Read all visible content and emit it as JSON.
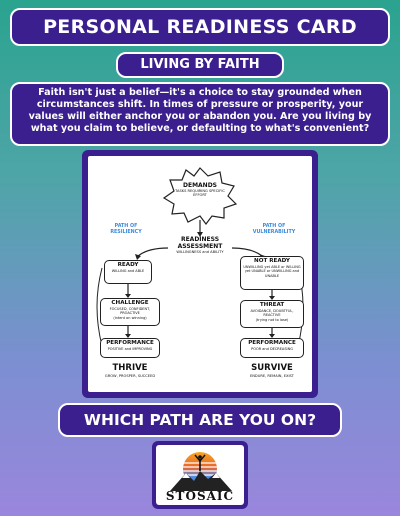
{
  "header": {
    "title": "PERSONAL READINESS CARD",
    "subtitle": "LIVING BY FAITH",
    "intro": "Faith isn't just a belief—it's a choice to stay grounded when circumstances shift. In times of pressure or prosperity, your values will either anchor you or abandon you. Are you living by what you claim to believe, or defaulting to what's convenient?"
  },
  "diagram": {
    "demands": {
      "title": "DEMANDS",
      "desc": "TASKS REQUIRING SPECIFIC EFFORT"
    },
    "assessment": {
      "title": "READINESS ASSESSMENT",
      "desc": "WILLINGNESS and ABILITY"
    },
    "left_path_label": "PATH OF RESILIENCY",
    "right_path_label": "PATH OF VULNERABILITY",
    "ready": {
      "title": "READY",
      "desc": "WILLING and ABLE"
    },
    "not_ready": {
      "title": "NOT READY",
      "desc": "UNWILLING yet ABLE or WILLING yet UNABLE or UNWILLING and UNABLE"
    },
    "challenge": {
      "title": "CHALLENGE",
      "desc": "FOCUSED, CONFIDENT, PROACTIVE",
      "note": "(intent on winning)"
    },
    "threat": {
      "title": "THREAT",
      "desc": "AVOIDANCE, DOUBTFUL, REACTIVE",
      "note": "(trying not to lose)"
    },
    "performance_left": {
      "title": "PERFORMANCE",
      "desc": "POSITIVE and IMPROVING"
    },
    "performance_right": {
      "title": "PERFORMANCE",
      "desc": "POOR and DECREASING"
    },
    "thrive": {
      "title": "THRIVE",
      "desc": "GROW, PROSPER, SUCCEED"
    },
    "survive": {
      "title": "SURVIVE",
      "desc": "ENDURE, REMAIN, EXIST"
    }
  },
  "footer": {
    "question": "WHICH PATH ARE YOU ON?",
    "logo_text": "STOSAIC"
  },
  "colors": {
    "panel": "#3b1f8f",
    "path_label": "#3b8be0",
    "sunset_top": "#f28c28",
    "sunset_bottom": "#2e7bd6"
  }
}
